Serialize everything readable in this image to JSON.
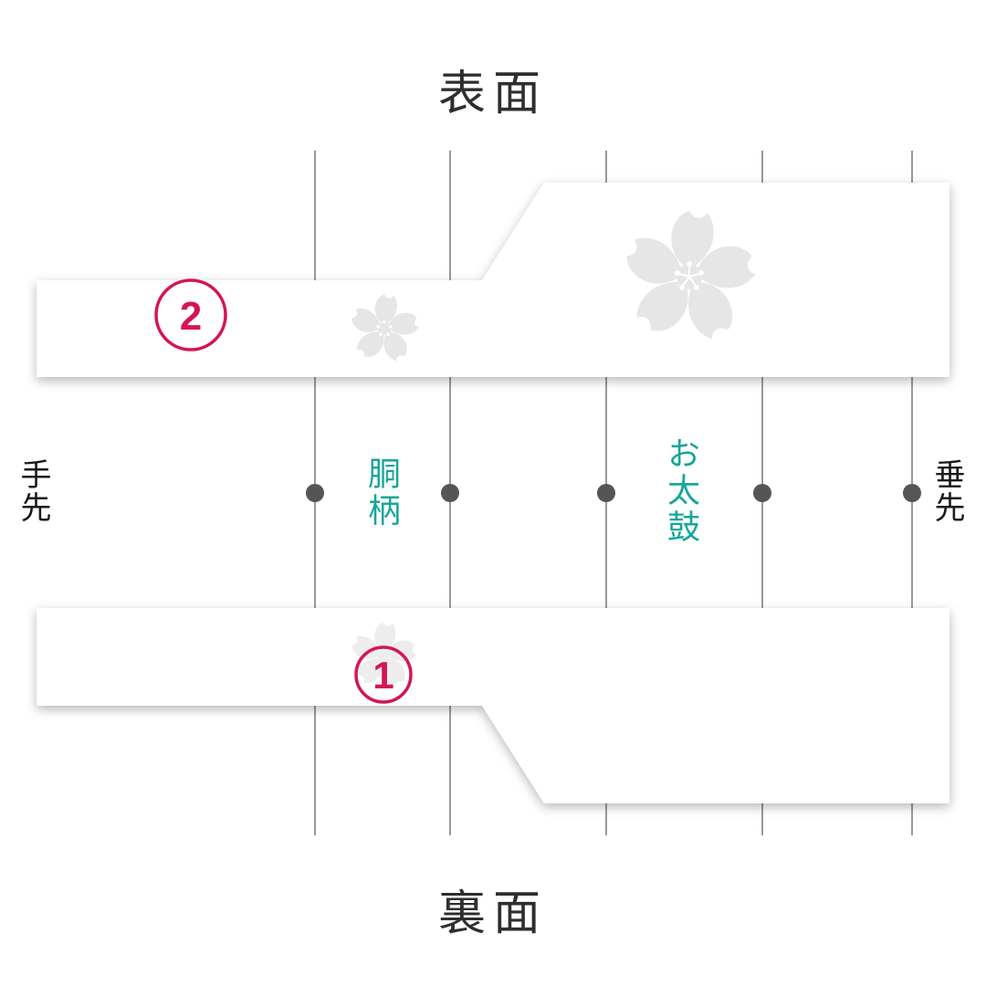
{
  "titles": {
    "front": "表面",
    "back": "裏面"
  },
  "ends": {
    "left": "手先",
    "right": "垂先"
  },
  "sections": {
    "body_pattern": "胴柄",
    "taiko": "お太鼓"
  },
  "markers": {
    "front_number": "2",
    "back_number": "1"
  },
  "colors": {
    "marker": "#d4145a",
    "section_text": "#17a69a",
    "line": "#555555",
    "dot": "#555555",
    "sakura": "#e6e6e6",
    "band": "#ffffff",
    "text": "#2e2e2e"
  }
}
